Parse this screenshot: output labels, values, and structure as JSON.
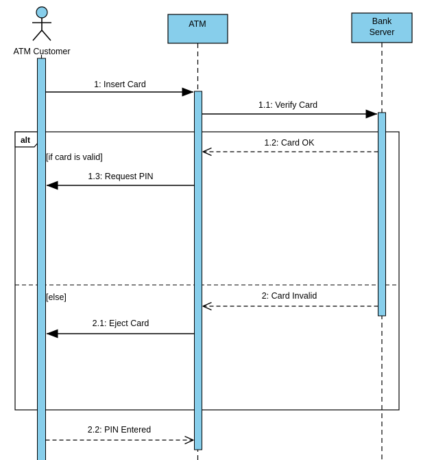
{
  "diagram": {
    "type": "UML sequence diagram",
    "colors": {
      "node_fill": "#87CEEB",
      "stroke": "#000000",
      "background": "#FFFFFF"
    },
    "participants": [
      {
        "name": "ATM Customer",
        "kind": "actor"
      },
      {
        "name": "ATM",
        "kind": "lifeline"
      },
      {
        "name": "Bank Server",
        "kind": "lifeline",
        "lines": [
          "Bank",
          "Server"
        ]
      }
    ],
    "fragment": {
      "operator": "alt",
      "guards": [
        "[if card is valid]",
        "[else]"
      ]
    },
    "messages": [
      {
        "label": "1: Insert Card",
        "from": "ATM Customer",
        "to": "ATM",
        "line": "solid",
        "arrow": "filled"
      },
      {
        "label": "1.1: Verify Card",
        "from": "ATM",
        "to": "Bank Server",
        "line": "solid",
        "arrow": "filled"
      },
      {
        "label": "1.2: Card OK",
        "from": "Bank Server",
        "to": "ATM",
        "line": "dashed",
        "arrow": "open"
      },
      {
        "label": "1.3: Request PIN",
        "from": "ATM",
        "to": "ATM Customer",
        "line": "solid",
        "arrow": "filled"
      },
      {
        "label": "2: Card Invalid",
        "from": "Bank Server",
        "to": "ATM",
        "line": "dashed",
        "arrow": "open"
      },
      {
        "label": "2.1: Eject Card",
        "from": "ATM",
        "to": "ATM Customer",
        "line": "solid",
        "arrow": "filled"
      },
      {
        "label": "2.2: PIN Entered",
        "from": "ATM Customer",
        "to": "ATM",
        "line": "dashed",
        "arrow": "open"
      }
    ]
  }
}
